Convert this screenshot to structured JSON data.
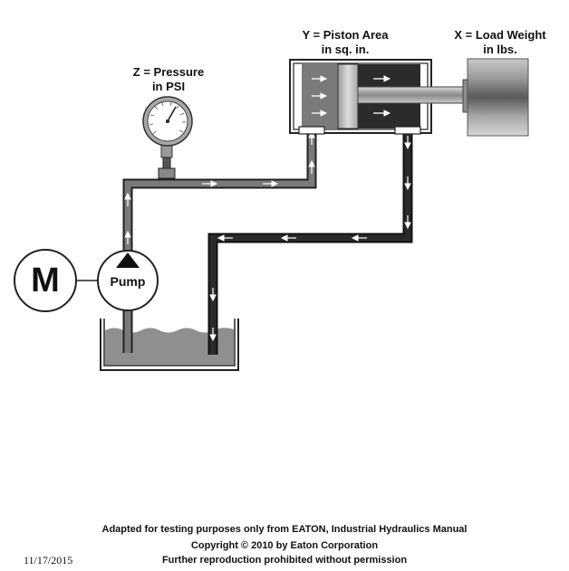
{
  "labels": {
    "piston_area_line1": "Y = Piston Area",
    "piston_area_line2": "in sq. in.",
    "load_weight_line1": "X = Load Weight",
    "load_weight_line2": "in lbs.",
    "pressure_line1": "Z = Pressure",
    "pressure_line2": "in PSI",
    "motor": "M",
    "pump": "Pump"
  },
  "footer": {
    "line1": "Adapted for testing purposes only from EATON, Industrial Hydraulics Manual",
    "line2": "Copyright © 2010 by Eaton Corporation",
    "line3": "Further reproduction prohibited without permission",
    "date": "11/17/2015"
  },
  "colors": {
    "pressure_line": "#7a7a7a",
    "return_line": "#2b2b2b",
    "fluid": "#8f8f8f",
    "outline": "#222222"
  }
}
